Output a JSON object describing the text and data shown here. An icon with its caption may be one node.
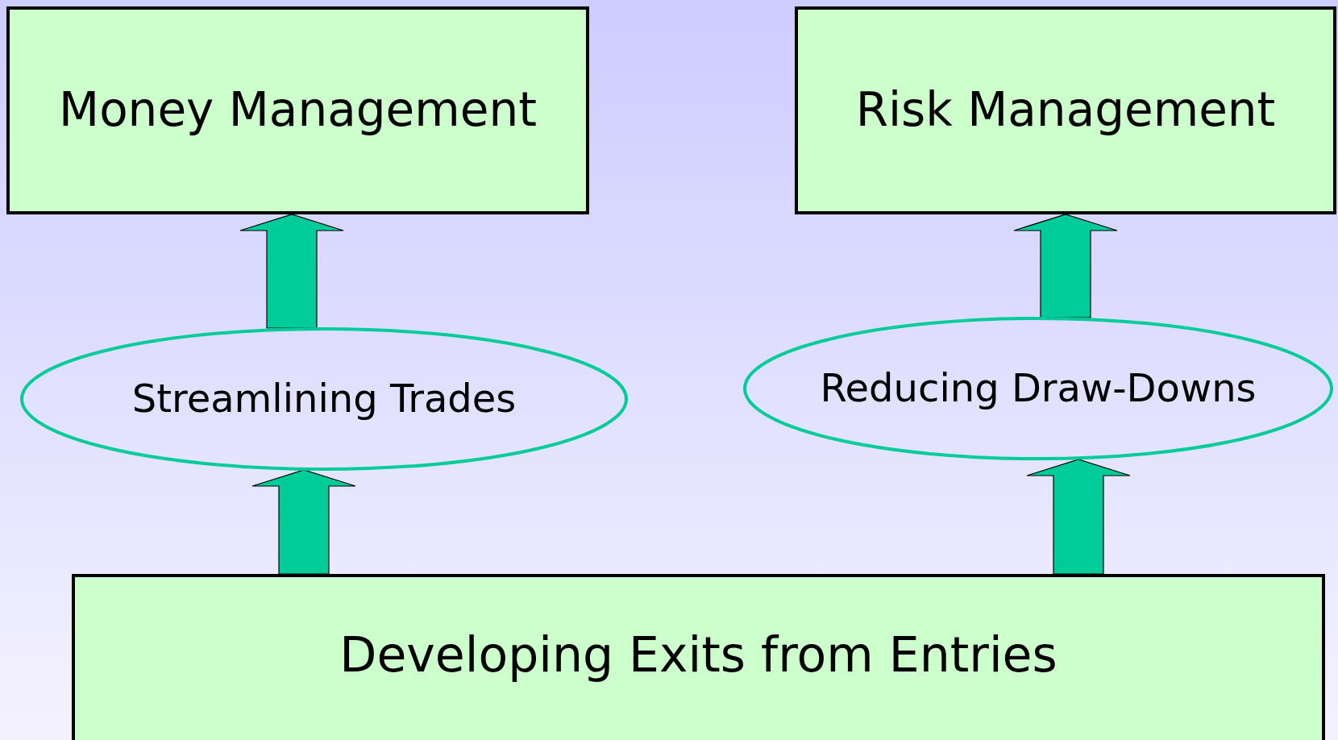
{
  "diagram": {
    "nodes": [
      {
        "text": [
          "Money Management"
        ]
      },
      {
        "text": [
          "Risk Management"
        ]
      },
      {
        "text": [
          "Streamlining Trades"
        ]
      },
      {
        "text": [
          "Reducing Draw-Downs"
        ]
      },
      {
        "text": [
          "Developing Exits from Entries"
        ]
      }
    ],
    "edges": [
      {
        "from": 2,
        "to": 0,
        "arrow": "to"
      },
      {
        "from": 3,
        "to": 1,
        "arrow": "to"
      },
      {
        "from": 4,
        "to": 2,
        "arrow": "to"
      },
      {
        "from": 4,
        "to": 3,
        "arrow": "to"
      }
    ]
  }
}
